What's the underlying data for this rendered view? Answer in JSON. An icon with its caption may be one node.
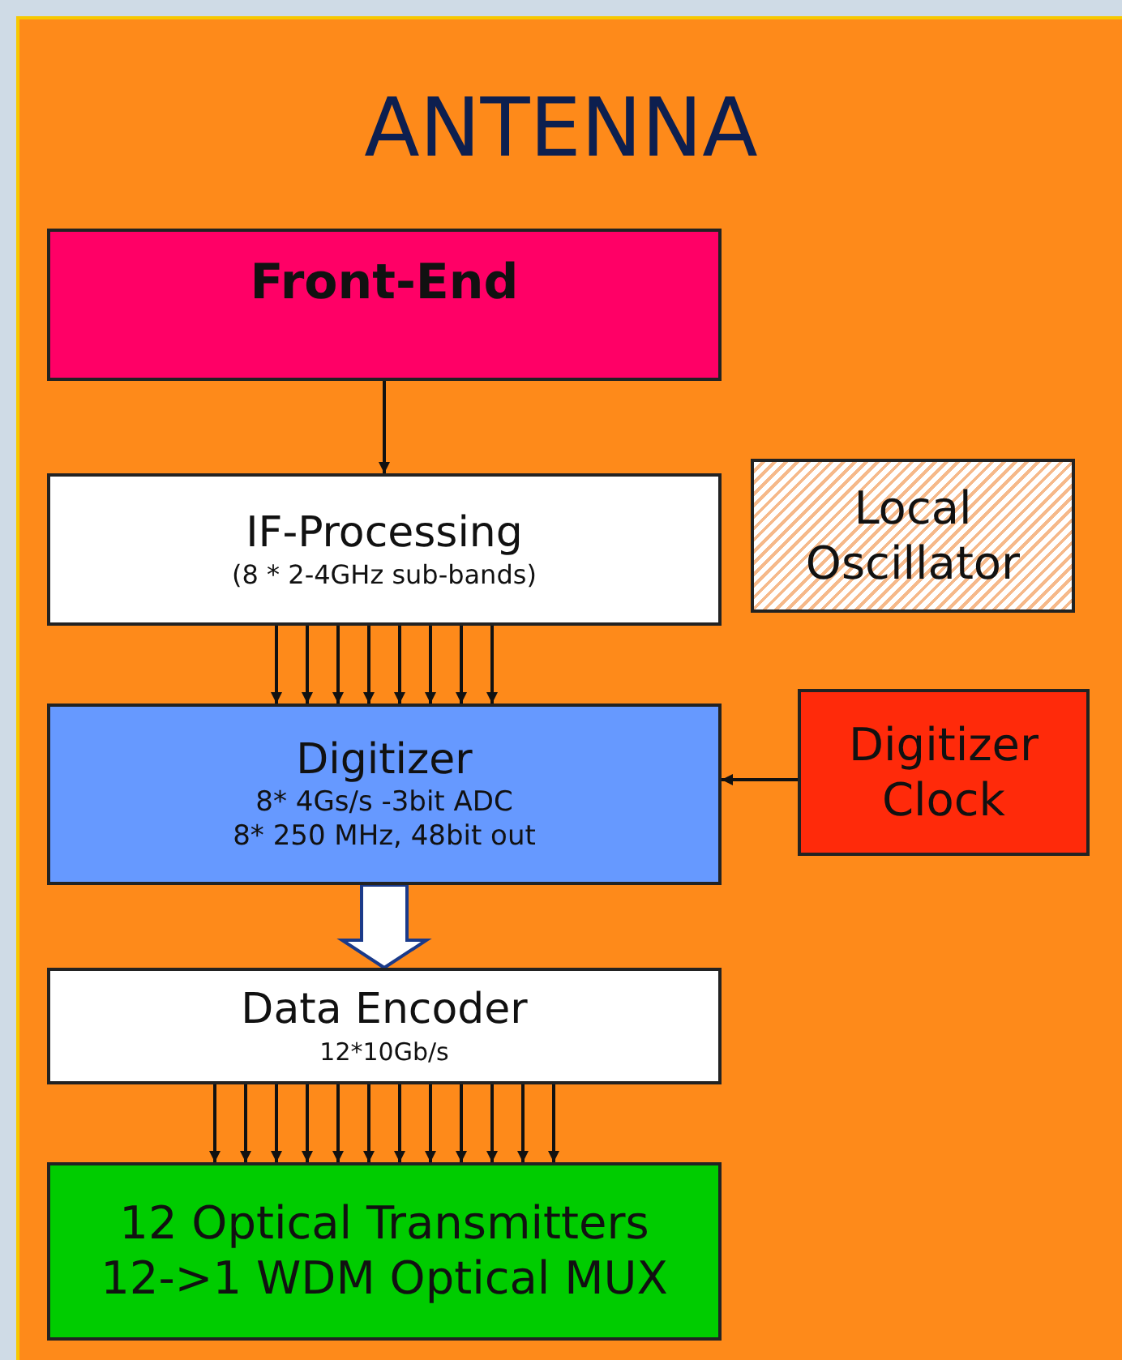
{
  "diagram": {
    "title": "ANTENNA",
    "nodes": [
      {
        "text": [
          "Front-End"
        ]
      },
      {
        "text": [
          "IF-Processing",
          "(8 * 2-4GHz sub-bands)"
        ]
      },
      {
        "text": [
          "Local Oscillator"
        ]
      },
      {
        "text": [
          "Digitizer",
          "8* 4Gs/s -3bit ADC",
          "8* 250 MHz, 48bit out"
        ]
      },
      {
        "text": [
          "Digitizer Clock"
        ]
      },
      {
        "text": [
          "Data Encoder",
          "12*10Gb/s"
        ]
      },
      {
        "text": [
          "12 Optical Transmitters",
          "12->1 WDM Optical MUX"
        ]
      }
    ],
    "edges": [
      {
        "from": 0,
        "to": 1,
        "arrow": "to"
      },
      {
        "from": 1,
        "to": 3,
        "arrow": "to"
      },
      {
        "from": 1,
        "to": 3,
        "arrow": "to"
      },
      {
        "from": 1,
        "to": 3,
        "arrow": "to"
      },
      {
        "from": 1,
        "to": 3,
        "arrow": "to"
      },
      {
        "from": 1,
        "to": 3,
        "arrow": "to"
      },
      {
        "from": 1,
        "to": 3,
        "arrow": "to"
      },
      {
        "from": 1,
        "to": 3,
        "arrow": "to"
      },
      {
        "from": 1,
        "to": 3,
        "arrow": "to"
      },
      {
        "from": 4,
        "to": 3,
        "arrow": "to"
      },
      {
        "from": 3,
        "to": 5,
        "arrow": "to",
        "style": "thick"
      },
      {
        "from": 5,
        "to": 6,
        "arrow": "to"
      },
      {
        "from": 5,
        "to": 6,
        "arrow": "to"
      },
      {
        "from": 5,
        "to": 6,
        "arrow": "to"
      },
      {
        "from": 5,
        "to": 6,
        "arrow": "to"
      },
      {
        "from": 5,
        "to": 6,
        "arrow": "to"
      },
      {
        "from": 5,
        "to": 6,
        "arrow": "to"
      },
      {
        "from": 5,
        "to": 6,
        "arrow": "to"
      },
      {
        "from": 5,
        "to": 6,
        "arrow": "to"
      },
      {
        "from": 5,
        "to": 6,
        "arrow": "to"
      },
      {
        "from": 5,
        "to": 6,
        "arrow": "to"
      },
      {
        "from": 5,
        "to": 6,
        "arrow": "to"
      },
      {
        "from": 5,
        "to": 6,
        "arrow": "to"
      }
    ]
  }
}
